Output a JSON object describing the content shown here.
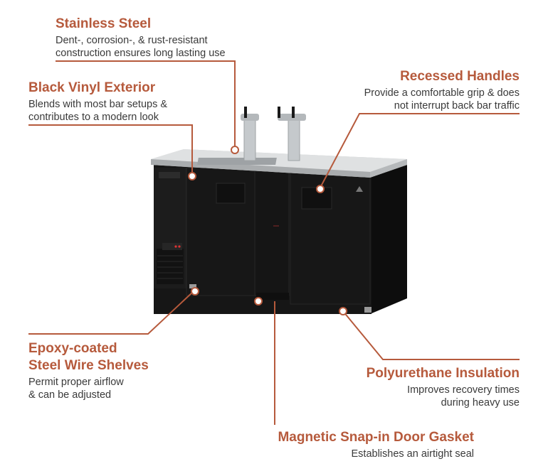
{
  "accent_color": "#b65a3c",
  "text_color": "#3a3a3a",
  "product": {
    "icons": [
      "beer-tower-icon",
      "refrigerator-cabinet-icon",
      "brand-logo-icon"
    ],
    "colors": {
      "cabinet": "#141414",
      "top": "#c9cacb",
      "steel": "#bfc3c6"
    }
  },
  "callouts": {
    "stainless": {
      "title": "Stainless Steel",
      "desc": "Dent-, corrosion-, & rust-resistant\nconstruction ensures long lasting use"
    },
    "vinyl": {
      "title": "Black Vinyl Exterior",
      "desc": "Blends with most bar setups &\ncontributes to a modern look"
    },
    "handles": {
      "title": "Recessed Handles",
      "desc": "Provide a comfortable grip & does\nnot interrupt back bar traffic"
    },
    "shelves": {
      "title": "Epoxy-coated\nSteel Wire Shelves",
      "desc": "Permit proper airflow\n& can be adjusted"
    },
    "insulation": {
      "title": "Polyurethane Insulation",
      "desc": "Improves recovery times\nduring heavy use"
    },
    "gasket": {
      "title": "Magnetic Snap-in Door Gasket",
      "desc": "Establishes an airtight seal"
    }
  }
}
